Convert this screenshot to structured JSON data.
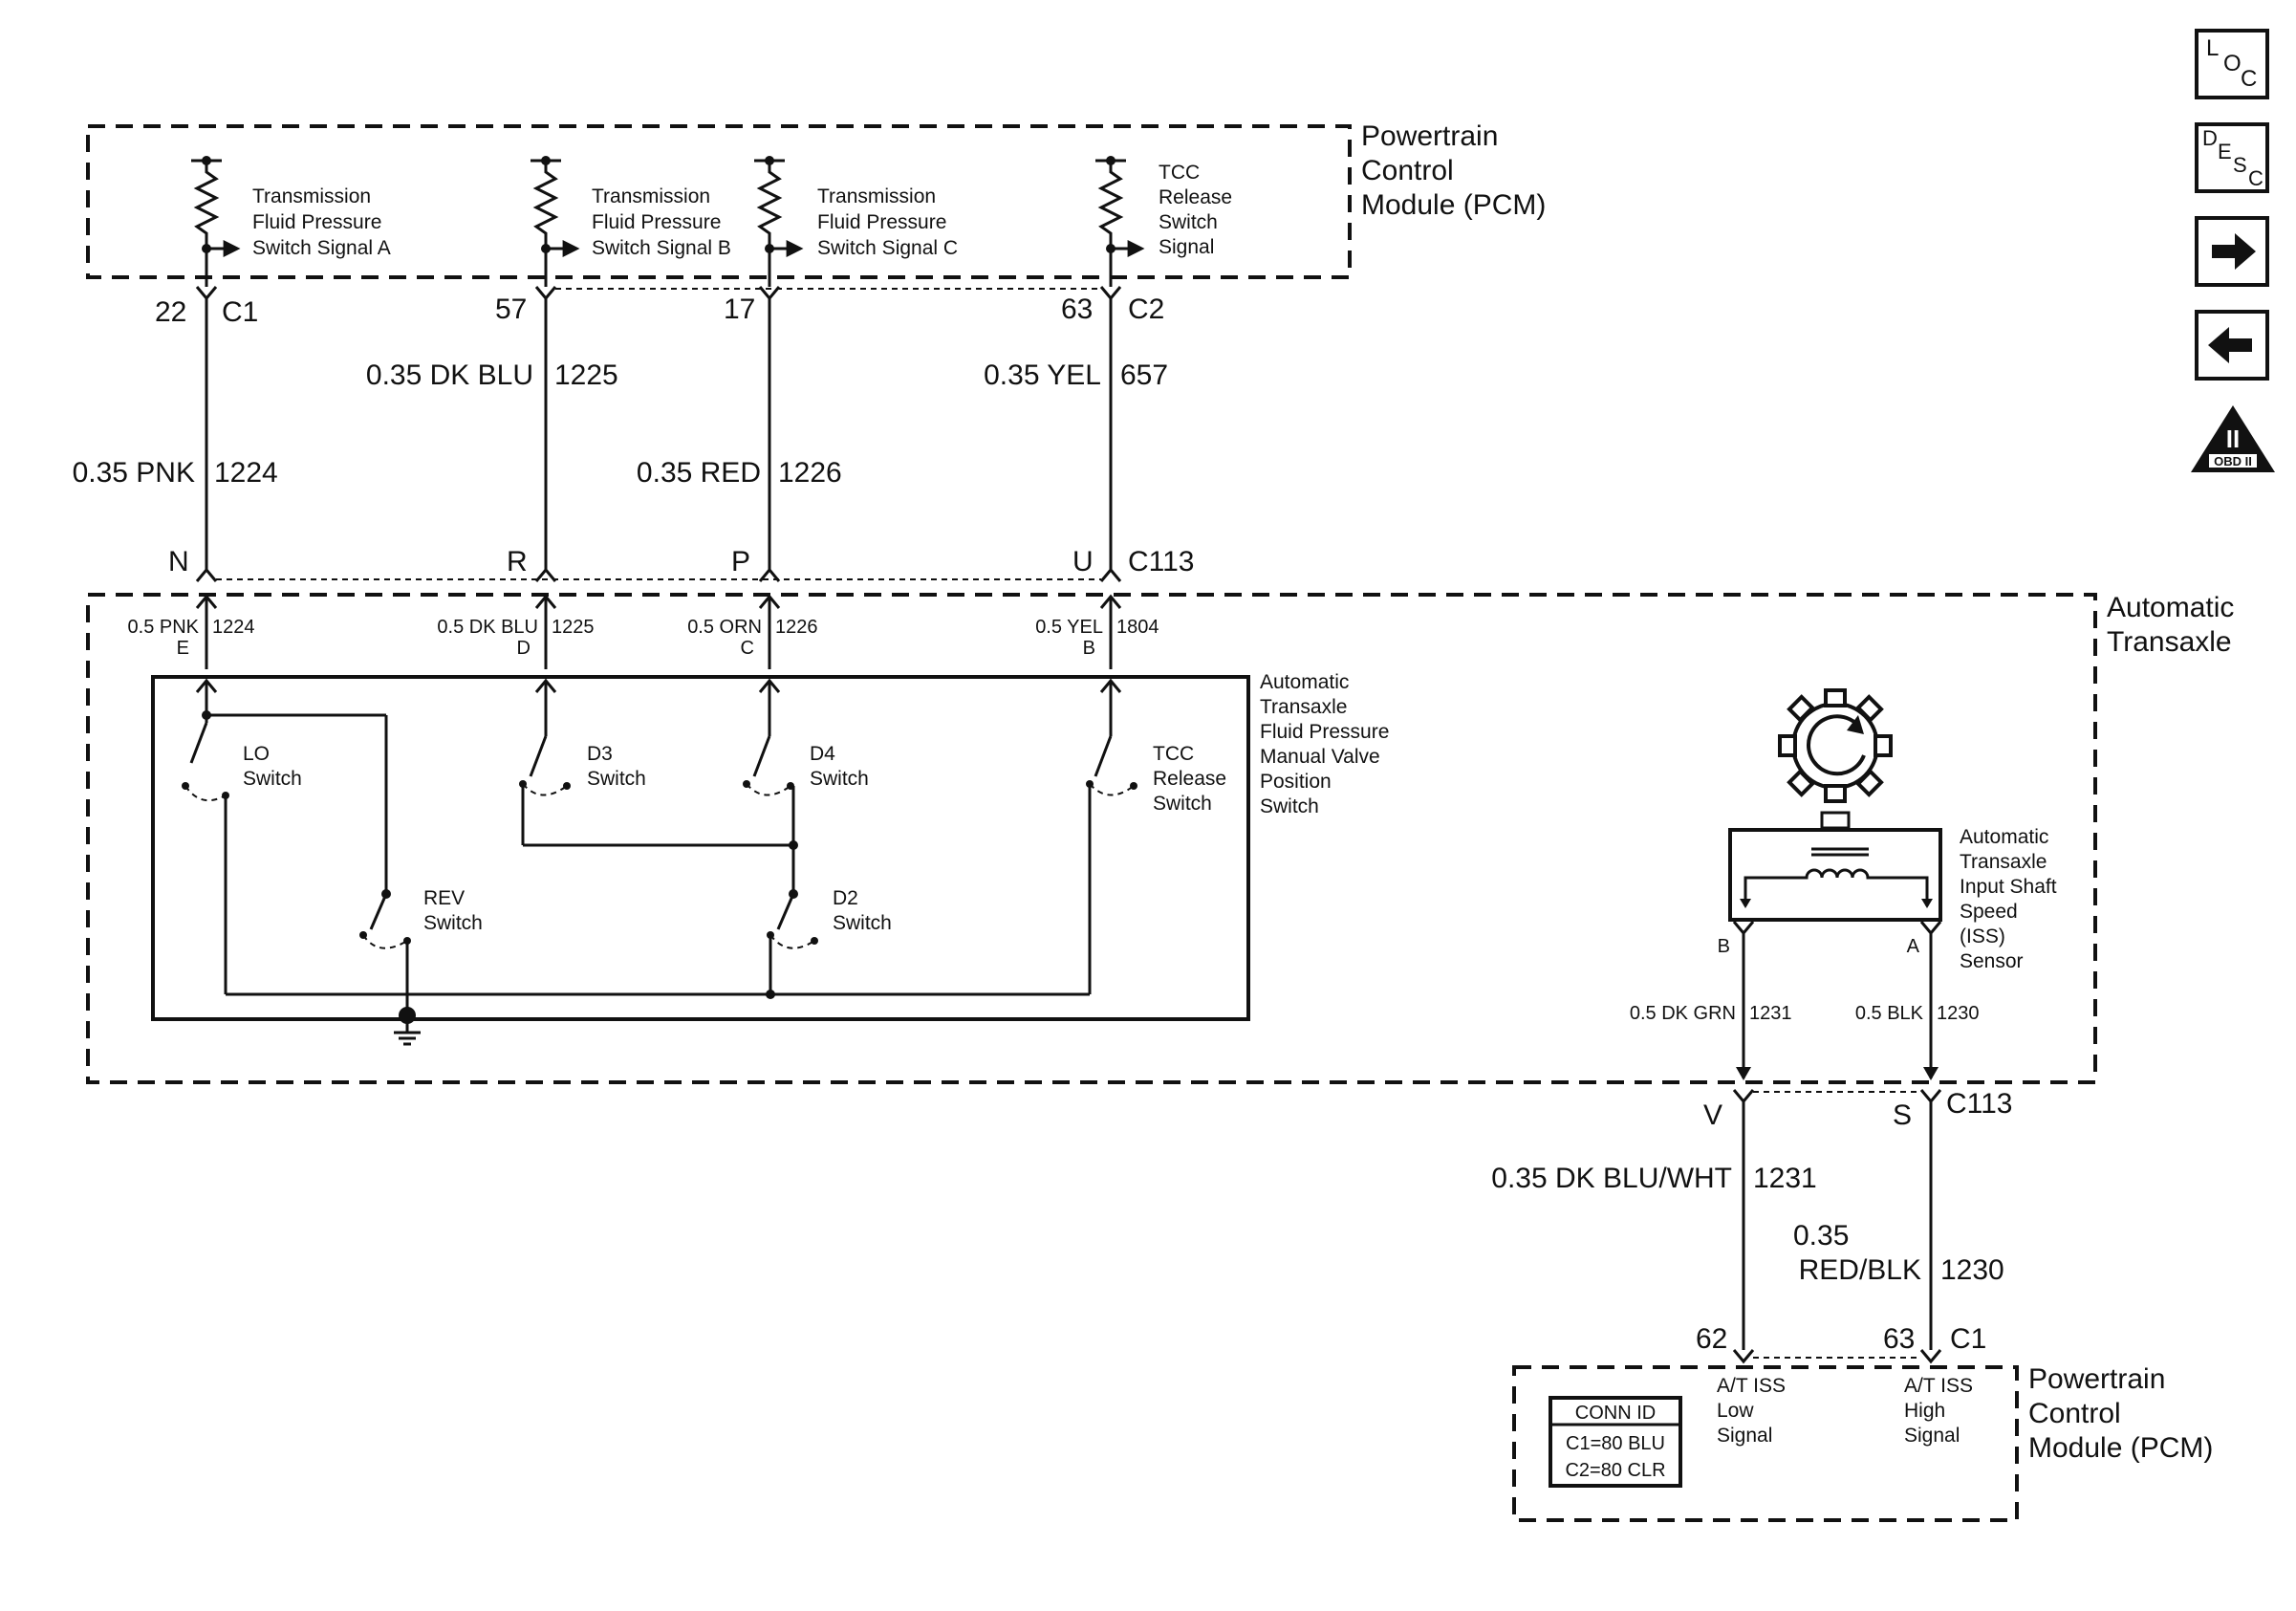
{
  "pcm_top": {
    "label": [
      "Powertrain",
      "Control",
      "Module (PCM)"
    ],
    "signals": [
      {
        "lines": [
          "Transmission",
          "Fluid Pressure",
          "Switch Signal A"
        ],
        "pin": "22",
        "connector": "C1",
        "wire_size_color": "0.35 PNK",
        "circuit": "1224",
        "c113_pin": "N"
      },
      {
        "lines": [
          "Transmission",
          "Fluid Pressure",
          "Switch Signal B"
        ],
        "pin": "57",
        "connector": "",
        "wire_size_color": "0.35 DK BLU",
        "circuit": "1225",
        "c113_pin": "R"
      },
      {
        "lines": [
          "Transmission",
          "Fluid Pressure",
          "Switch Signal C"
        ],
        "pin": "17",
        "connector": "",
        "wire_size_color": "0.35 RED",
        "circuit": "1226",
        "c113_pin": "P"
      },
      {
        "lines": [
          "TCC",
          "Release",
          "Switch",
          "Signal"
        ],
        "pin": "63",
        "connector": "C2",
        "wire_size_color": "0.35 YEL",
        "circuit": "657",
        "c113_pin": "U"
      }
    ]
  },
  "c113_label": "C113",
  "transaxle": {
    "label": [
      "Automatic",
      "Transaxle"
    ],
    "wires": [
      {
        "wire": "0.5 PNK",
        "circuit": "1224",
        "pin": "E"
      },
      {
        "wire": "0.5 DK BLU",
        "circuit": "1225",
        "pin": "D"
      },
      {
        "wire": "0.5 ORN",
        "circuit": "1226",
        "pin": "C"
      },
      {
        "wire": "0.5 YEL",
        "circuit": "1804",
        "pin": "B"
      }
    ],
    "switch_assembly_label": [
      "Automatic",
      "Transaxle",
      "Fluid Pressure",
      "Manual Valve",
      "Position",
      "Switch"
    ],
    "switches": {
      "lo": [
        "LO",
        "Switch"
      ],
      "d3": [
        "D3",
        "Switch"
      ],
      "d4": [
        "D4",
        "Switch"
      ],
      "tcc": [
        "TCC",
        "Release",
        "Switch"
      ],
      "rev": [
        "REV",
        "Switch"
      ],
      "d2": [
        "D2",
        "Switch"
      ]
    },
    "iss_sensor": {
      "label": [
        "Automatic",
        "Transaxle",
        "Input Shaft",
        "Speed",
        "(ISS)",
        "Sensor"
      ],
      "pin_b": "B",
      "pin_a": "A",
      "wire_b": "0.5 DK GRN",
      "circuit_b": "1231",
      "wire_a": "0.5 BLK",
      "circuit_a": "1230"
    }
  },
  "iss_harness": {
    "pin_v": "V",
    "pin_s": "S",
    "connector": "C113",
    "wire_low": "0.35 DK BLU/WHT",
    "circuit_low": "1231",
    "wire_high_size": "0.35",
    "wire_high_color": "RED/BLK",
    "circuit_high": "1230",
    "pcm_pin_low": "62",
    "pcm_pin_high": "63",
    "pcm_connector": "C1"
  },
  "pcm_bottom": {
    "label": [
      "Powertrain",
      "Control",
      "Module (PCM)"
    ],
    "low_signal": [
      "A/T ISS",
      "Low",
      "Signal"
    ],
    "high_signal": [
      "A/T ISS",
      "High",
      "Signal"
    ],
    "conn_id": {
      "title": "CONN ID",
      "lines": [
        "C1=80 BLU",
        "C2=80 CLR"
      ]
    }
  },
  "nav_icons": [
    {
      "name": "loc-icon",
      "text": [
        "L",
        "O",
        "C"
      ]
    },
    {
      "name": "desc-icon",
      "text": [
        "D",
        "E",
        "S",
        "C"
      ]
    },
    {
      "name": "next-arrow-icon"
    },
    {
      "name": "back-arrow-icon"
    },
    {
      "name": "obd2-icon",
      "text": [
        "II",
        "OBD II"
      ]
    }
  ]
}
